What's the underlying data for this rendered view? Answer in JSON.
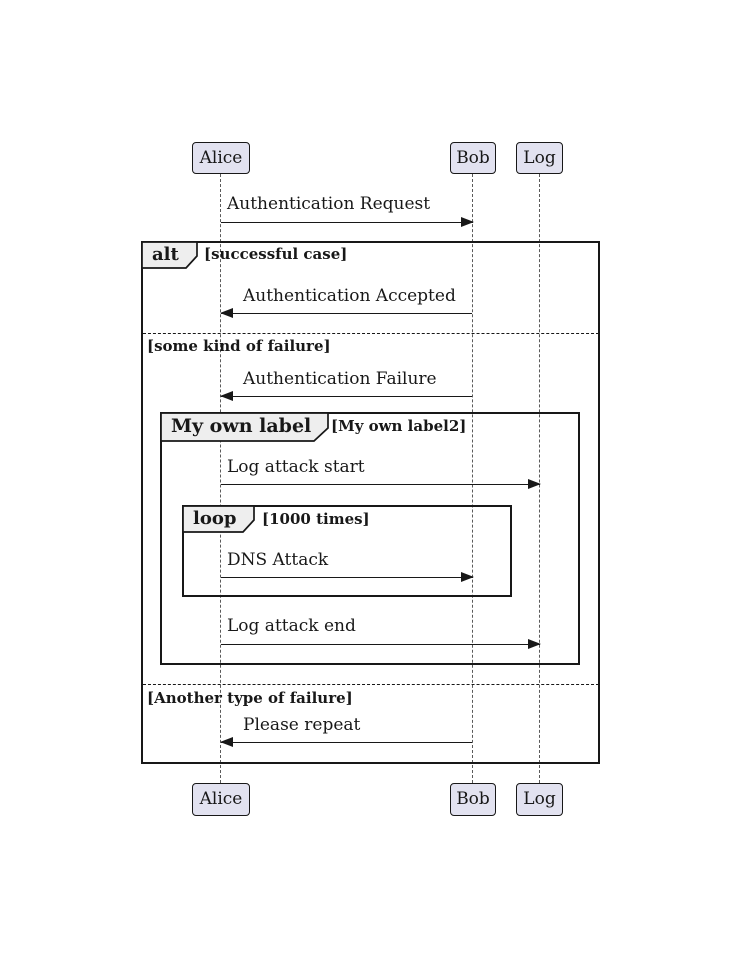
{
  "participants": [
    "Alice",
    "Bob",
    "Log"
  ],
  "messages": [
    "Authentication Request",
    "Authentication Accepted",
    "Authentication Failure",
    "Log attack start",
    "DNS Attack",
    "Log attack end",
    "Please repeat"
  ],
  "frames": {
    "alt": {
      "operator": "alt",
      "guard": "[successful case]"
    },
    "alt_divider_1": "[some kind of failure]",
    "alt_divider_2": "[Another type of failure]",
    "custom": {
      "operator": "My own label",
      "guard": "[My own label2]"
    },
    "loop": {
      "operator": "loop",
      "guard": "[1000 times]"
    }
  },
  "colors": {
    "participant_fill": "#E2E2F0",
    "participant_border": "#181818",
    "frame_line": "#181818",
    "operator_label_fill": "#EEEEEE",
    "lifeline": "#5A5A5A"
  }
}
